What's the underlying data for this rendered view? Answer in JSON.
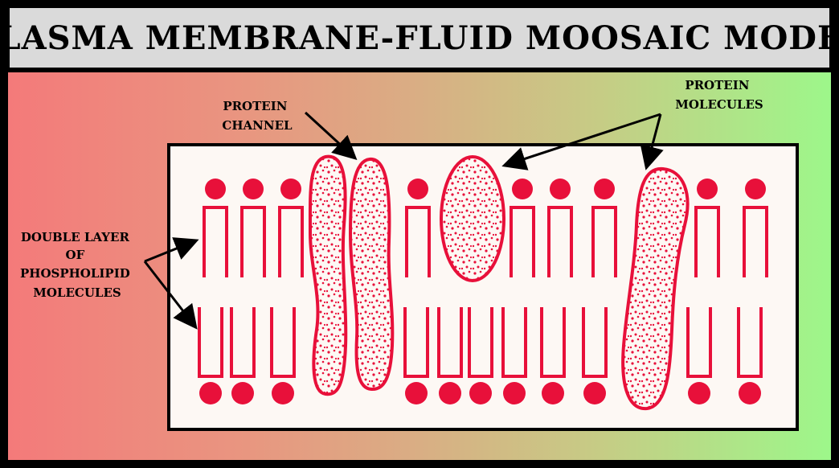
{
  "title": "PLASMA MEMBRANE-FLUID MOOSAIC MODEL",
  "labels": {
    "protein_channel": [
      "PROTEIN",
      "CHANNEL"
    ],
    "protein_molecules": [
      "PROTEIN",
      "MOLECULES"
    ],
    "phospholipid_layer": [
      "DOUBLE LAYER",
      "OF",
      "PHOSPHOLIPID",
      "MOLECULES"
    ]
  },
  "colors": {
    "membrane_red": "#e8103a",
    "panel_white": "#fdf8f4",
    "title_bg": "#dadada"
  }
}
